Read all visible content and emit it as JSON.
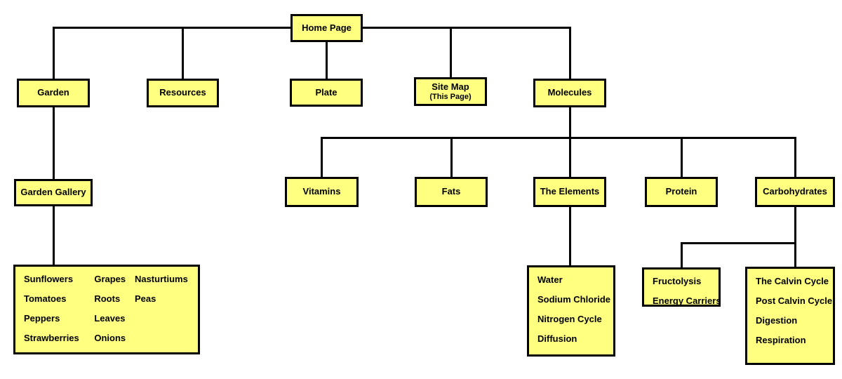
{
  "diagram": {
    "title": "Site Map",
    "colors": {
      "node_fill": "#ffff80",
      "node_border": "#000000",
      "edge": "#000000",
      "background": "#ffffff",
      "text": "#000000"
    },
    "nodes": {
      "home_page": "Home Page",
      "garden": "Garden",
      "resources": "Resources",
      "plate": "Plate",
      "site_map": "Site Map",
      "site_map_sub": "(This Page)",
      "molecules": "Molecules",
      "garden_gallery": "Garden Gallery",
      "vitamins": "Vitamins",
      "fats": "Fats",
      "the_elements": "The Elements",
      "protein": "Protein",
      "carbohydrates": "Carbohydrates"
    },
    "garden_gallery_items": {
      "col1": [
        "Sunflowers",
        "Tomatoes",
        "Peppers",
        "Strawberries"
      ],
      "col2": [
        "Grapes",
        "Roots",
        "Leaves",
        "Onions"
      ],
      "col3": [
        "Nasturtiums",
        "Peas"
      ]
    },
    "elements_items": [
      "Water",
      "Sodium Chloride",
      "Nitrogen Cycle",
      "Diffusion"
    ],
    "fructolysis_items": [
      "Fructolysis",
      "Energy Carriers"
    ],
    "carbohydrate_items": [
      "The Calvin Cycle",
      "Post Calvin Cycle",
      "Digestion",
      "Respiration"
    ]
  }
}
